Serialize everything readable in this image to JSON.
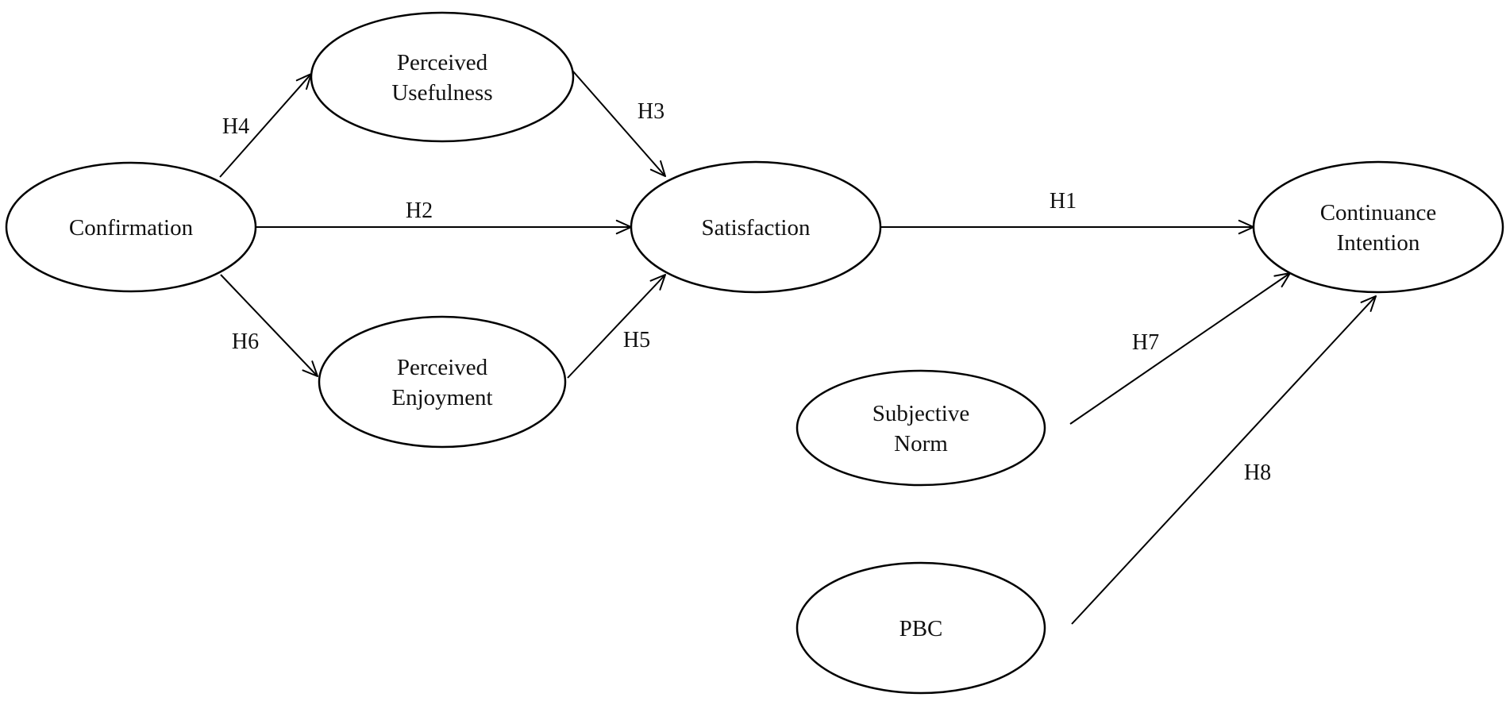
{
  "nodes": [
    {
      "id": "confirmation",
      "lines": [
        "Confirmation"
      ]
    },
    {
      "id": "perceived-usefulness",
      "lines": [
        "Perceived",
        "Usefulness"
      ]
    },
    {
      "id": "perceived-enjoyment",
      "lines": [
        "Perceived",
        "Enjoyment"
      ]
    },
    {
      "id": "satisfaction",
      "lines": [
        "Satisfaction"
      ]
    },
    {
      "id": "continuance-intention",
      "lines": [
        "Continuance",
        "Intention"
      ]
    },
    {
      "id": "subjective-norm",
      "lines": [
        "Subjective",
        "Norm"
      ]
    },
    {
      "id": "pbc",
      "lines": [
        "PBC"
      ]
    }
  ],
  "edges": [
    {
      "id": "h1",
      "from": "satisfaction",
      "to": "continuance-intention",
      "label": "H1"
    },
    {
      "id": "h2",
      "from": "confirmation",
      "to": "satisfaction",
      "label": "H2"
    },
    {
      "id": "h3",
      "from": "perceived-usefulness",
      "to": "satisfaction",
      "label": "H3"
    },
    {
      "id": "h4",
      "from": "confirmation",
      "to": "perceived-usefulness",
      "label": "H4"
    },
    {
      "id": "h5",
      "from": "perceived-enjoyment",
      "to": "satisfaction",
      "label": "H5"
    },
    {
      "id": "h6",
      "from": "confirmation",
      "to": "perceived-enjoyment",
      "label": "H6"
    },
    {
      "id": "h7",
      "from": "subjective-norm",
      "to": "continuance-intention",
      "label": "H7"
    },
    {
      "id": "h8",
      "from": "pbc",
      "to": "continuance-intention",
      "label": "H8"
    }
  ]
}
